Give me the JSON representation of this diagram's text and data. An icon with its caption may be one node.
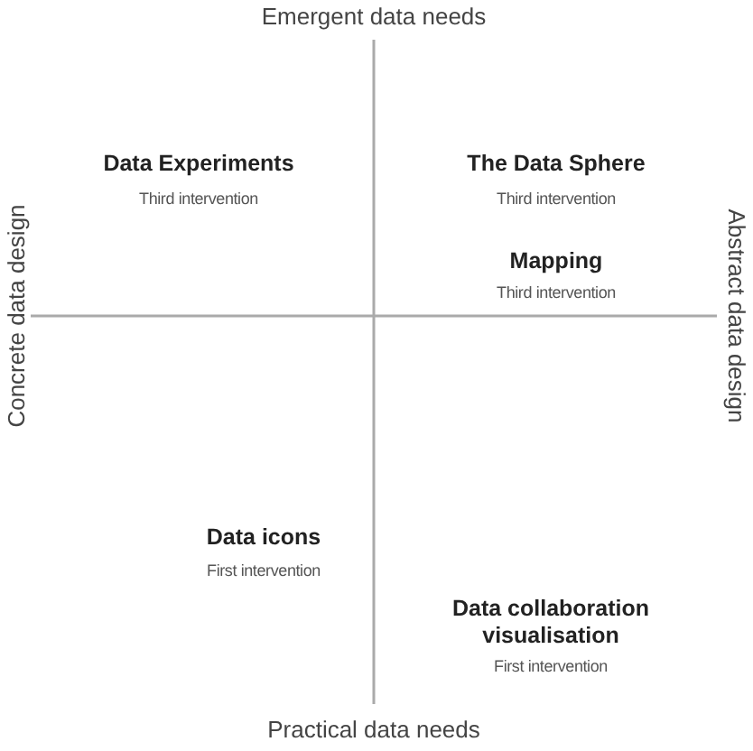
{
  "diagram": {
    "labels": [
      "Emergent data needs",
      "Data Experiments",
      "Third intervention",
      "The Data Sphere",
      "Third intervention",
      "Concrete data design",
      "Mapping",
      "Third intervention",
      "Abstract data design",
      "Data icons",
      "First intervention",
      "Data collaboration visualisation",
      "First intervention",
      "Practical data needs"
    ]
  }
}
